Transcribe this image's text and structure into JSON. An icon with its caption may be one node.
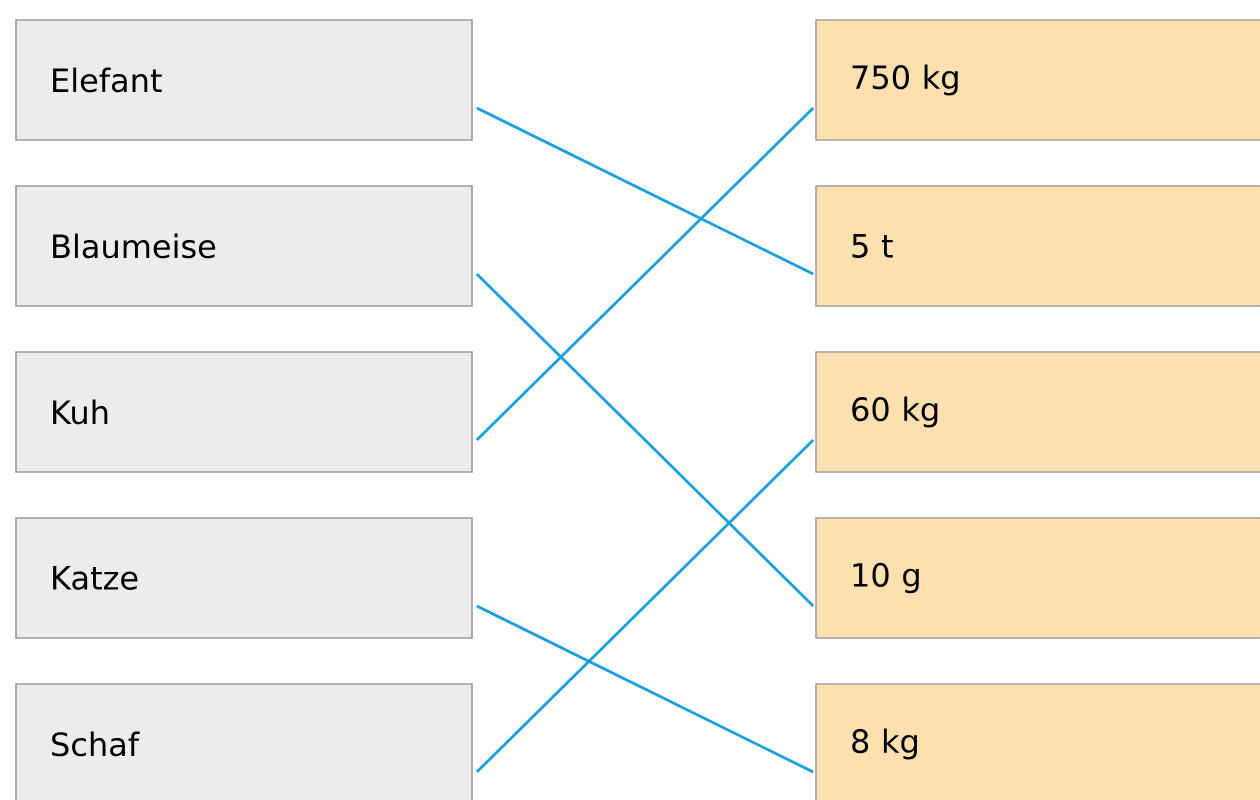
{
  "diagram": {
    "nodes": [
      {
        "text": [
          "Elefant"
        ]
      },
      {
        "text": [
          "Blaumeise"
        ]
      },
      {
        "text": [
          "Kuh"
        ]
      },
      {
        "text": [
          "Katze"
        ]
      },
      {
        "text": [
          "Schaf"
        ]
      },
      {
        "text": [
          "750 kg"
        ]
      },
      {
        "text": [
          "5 t"
        ]
      },
      {
        "text": [
          "60 kg"
        ]
      },
      {
        "text": [
          "10 g"
        ]
      },
      {
        "text": [
          "8 kg"
        ]
      }
    ],
    "edges": [
      {
        "from": 0,
        "to": 6,
        "arrow": "none"
      },
      {
        "from": 1,
        "to": 8,
        "arrow": "none"
      },
      {
        "from": 2,
        "to": 5,
        "arrow": "none"
      },
      {
        "from": 3,
        "to": 9,
        "arrow": "none"
      },
      {
        "from": 4,
        "to": 7,
        "arrow": "none"
      }
    ]
  }
}
